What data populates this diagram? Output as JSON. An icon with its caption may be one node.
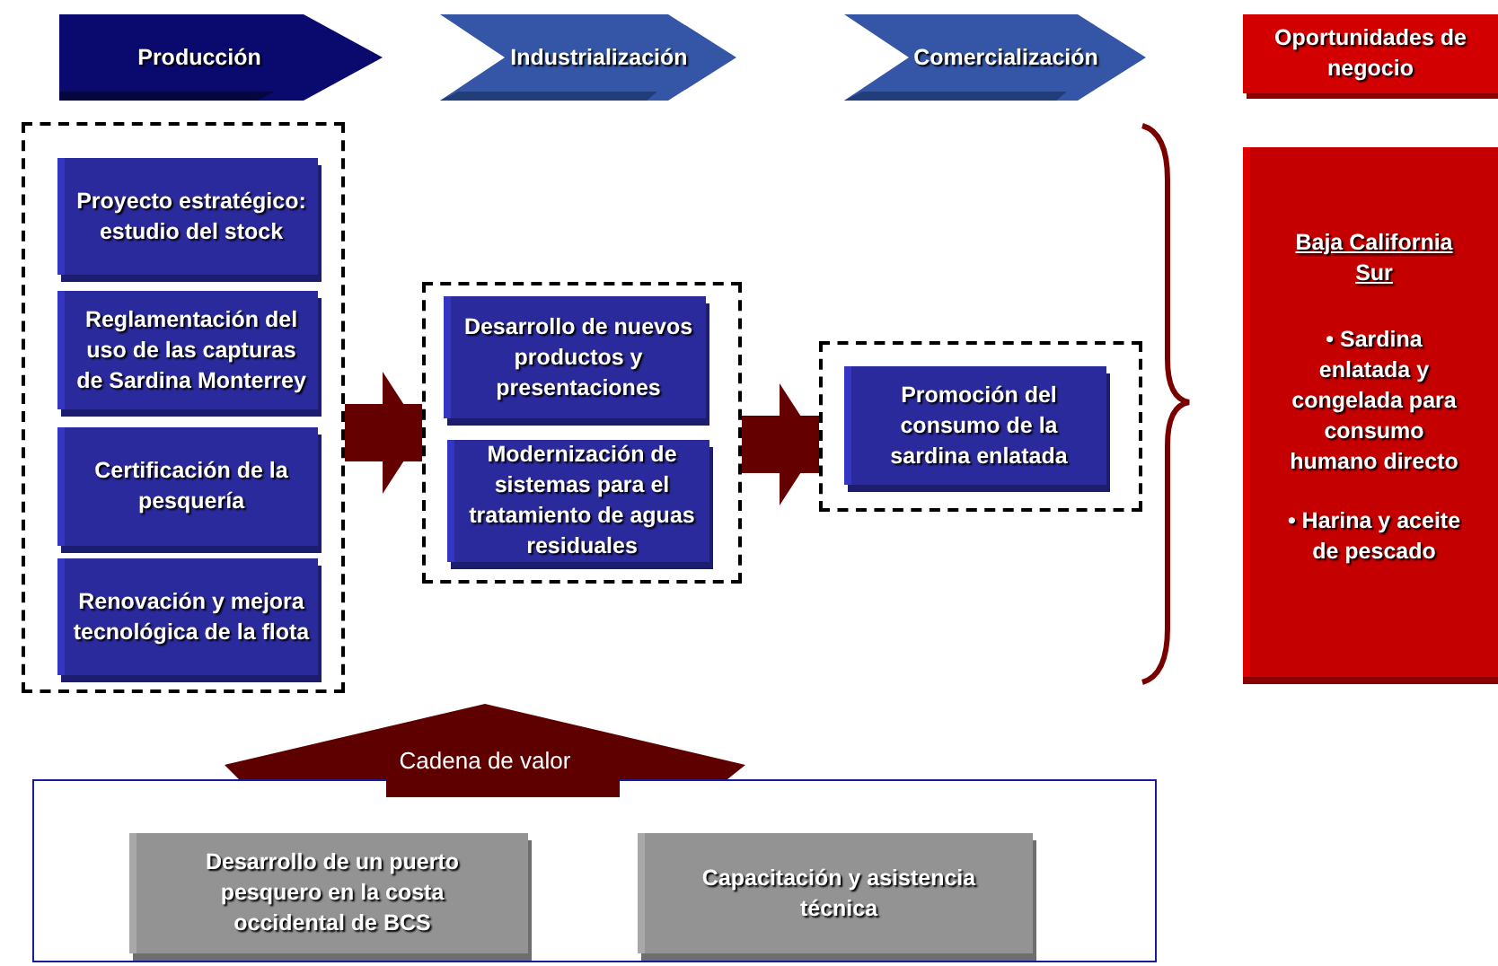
{
  "diagram": {
    "nodes": [
      {
        "text": [
          "Producción"
        ]
      },
      {
        "text": [
          "Industrialización"
        ]
      },
      {
        "text": [
          "Comercialización"
        ]
      },
      {
        "text": [
          "Oportunidades de negocio"
        ]
      },
      {
        "text": [],
        "shape": "box"
      },
      {
        "text": [
          "Proyecto estratégico: estudio del stock"
        ],
        "in": 4
      },
      {
        "text": [
          "Reglamentación del uso de las capturas de Sardina Monterrey"
        ],
        "in": 4
      },
      {
        "text": [
          "Certificación de la pesquería"
        ],
        "in": 4
      },
      {
        "text": [
          "Renovación y mejora tecnológica de la flota"
        ],
        "in": 4
      },
      {
        "text": [],
        "shape": "box"
      },
      {
        "text": [
          "Desarrollo de nuevos productos y presentaciones"
        ],
        "in": 9
      },
      {
        "text": [
          "Modernización de sistemas para el tratamiento de aguas residuales"
        ],
        "in": 9
      },
      {
        "text": [],
        "shape": "box"
      },
      {
        "text": [
          "Promoción del consumo de la sardina enlatada"
        ],
        "in": 12
      },
      {
        "text": [
          "Baja California Sur",
          "• Sardina enlatada y congelada para consumo humano directo",
          "• Harina y aceite de pescado"
        ]
      },
      {
        "text": [
          "Cadena de valor"
        ]
      },
      {
        "text": [],
        "shape": "box"
      },
      {
        "text": [
          "Desarrollo de un puerto pesquero en la costa occidental de BCS"
        ],
        "in": 16
      },
      {
        "text": [
          "Capacitación y asistencia técnica"
        ],
        "in": 16
      }
    ],
    "edges": [
      {
        "from": 4,
        "to": 9,
        "arrow": "to"
      },
      {
        "from": 9,
        "to": 12,
        "arrow": "to"
      }
    ]
  }
}
